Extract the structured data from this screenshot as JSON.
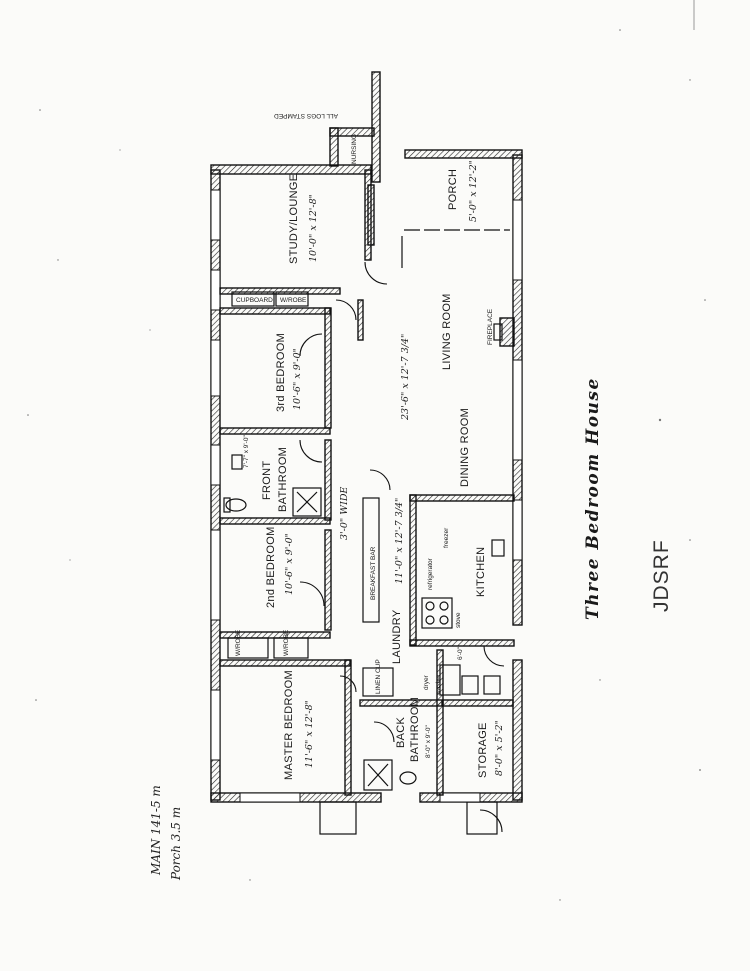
{
  "title": "Three Bedroom House",
  "stamp": "JDSRF",
  "handwritten_note": {
    "line1": "MAIN 141-5 m",
    "line2": "Porch 3.5 m"
  },
  "top_note": "ALL LOGS STAMPED",
  "rooms": {
    "study": {
      "name": "STUDY/LOUNGE",
      "dims": "10'-0\" x 12'-8\""
    },
    "porch": {
      "name": "PORCH",
      "dims": "5'-0\" x 12'-2\""
    },
    "living": {
      "name": "LIVING ROOM",
      "dims": "23'-6\" x 12'-7 3/4\"",
      "fireplace": "FIREPLACE"
    },
    "dining": {
      "name": "DINING ROOM"
    },
    "bed3": {
      "name": "3rd BEDROOM",
      "dims": "10'-6\" x 9'-0\""
    },
    "front_bath": {
      "line1": "FRONT",
      "line2": "BATHROOM",
      "dims": "7'-7\" x 9'-0\""
    },
    "hall": {
      "dims": "3'-0\" WIDE"
    },
    "breakfast_bar": "BREAKFAST BAR",
    "bed2": {
      "name": "2nd BEDROOM",
      "dims": "10'-6\" x 9'-0\""
    },
    "kitchen": {
      "name": "KITCHEN",
      "dims": "11'-0\" x 12'-7 3/4\"",
      "refrigerator": "refrigerator",
      "freezer": "freezer",
      "stove": "stove"
    },
    "laundry": {
      "name": "LAUNDRY",
      "dryer": "dryer",
      "washer": "washer",
      "dims": "6'-0\""
    },
    "master": {
      "name": "MASTER BEDROOM",
      "dims": "11'-6\" x 12'-8\""
    },
    "back_bath": {
      "line1": "BACK",
      "line2": "BATHROOM",
      "dims": "8'-0\" x 9'-0\""
    },
    "storage": {
      "name": "STORAGE",
      "dims": "8'-0\" x 5'-2\""
    }
  },
  "closets": {
    "cupboard": "CUPBOARD",
    "wrobe_a": "W/ROBE",
    "wrobe_b": "W/ROBE",
    "wrobe_c": "W/ROBE",
    "linen": "LINEN CUP",
    "nursing": "NURSING"
  }
}
